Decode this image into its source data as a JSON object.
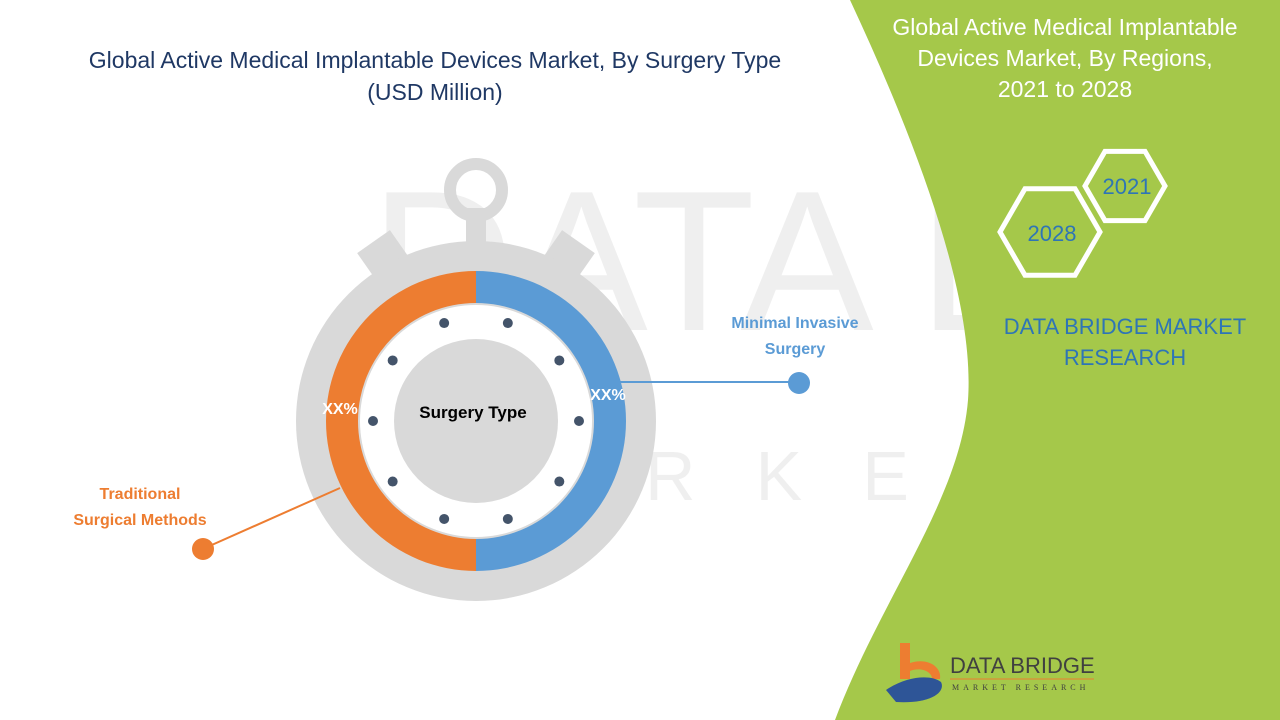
{
  "title": {
    "line1": "Global Active Medical Implantable Devices Market, By Surgery Type",
    "line2": "(USD Million)"
  },
  "right_panel": {
    "title_line1": "Global Active Medical Implantable",
    "title_line2": "Devices Market, By Regions,",
    "title_line3": "2021 to 2028",
    "hex_years": [
      "2021",
      "2028"
    ],
    "brand_line1": "DATA BRIDGE MARKET",
    "brand_line2": "RESEARCH",
    "logo_text": "DATA BRIDGE",
    "logo_subtext": "MARKET RESEARCH",
    "panel_color": "#a5c84a"
  },
  "chart_data": {
    "type": "pie",
    "center_label": "Surgery Type",
    "series": [
      {
        "name": "Minimal Invasive Surgery",
        "label_line1": "Minimal Invasive",
        "label_line2": "Surgery",
        "value_label": "XX%",
        "share": 50,
        "color": "#5b9bd5"
      },
      {
        "name": "Traditional Surgical Methods",
        "label_line1": "Traditional",
        "label_line2": "Surgical Methods",
        "value_label": "XX%",
        "share": 50,
        "color": "#ed7d31"
      }
    ]
  }
}
